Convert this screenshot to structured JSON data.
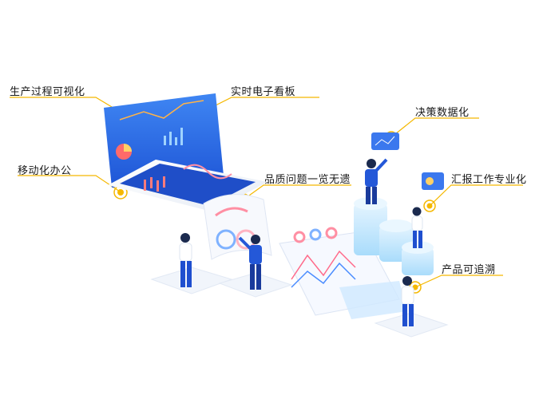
{
  "labels": {
    "production_visual": "生产过程可视化",
    "realtime_board": "实时电子看板",
    "decision_data": "决策数据化",
    "mobile_office": "移动化办公",
    "quality_overview": "品质问题一览无遗",
    "report_professional": "汇报工作专业化",
    "traceable": "产品可追溯"
  },
  "colors": {
    "accent_yellow": "#f5b800",
    "screen_blue": "#2a67e6",
    "platform_cyan": "#bfe6ff",
    "suit_blue": "#1f4fcf"
  }
}
